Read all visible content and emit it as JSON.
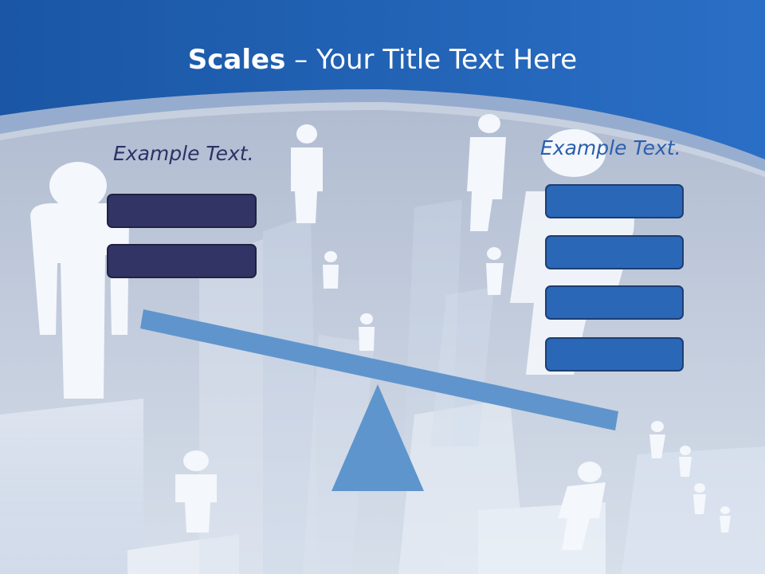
{
  "slide": {
    "title_bold": "Scales",
    "title_rest": " – Your Title Text Here",
    "left_label": "Example Text.",
    "right_label": "Example Text."
  },
  "left_boxes": [
    {
      "text": ""
    },
    {
      "text": ""
    }
  ],
  "right_boxes": [
    {
      "text": ""
    },
    {
      "text": ""
    },
    {
      "text": ""
    },
    {
      "text": ""
    }
  ],
  "colors": {
    "header_blue": "#1f5fb0",
    "left_box": "#323466",
    "right_box": "#2a67b7",
    "beam": "#5f95cc",
    "fulcrum": "#5e95cc"
  }
}
